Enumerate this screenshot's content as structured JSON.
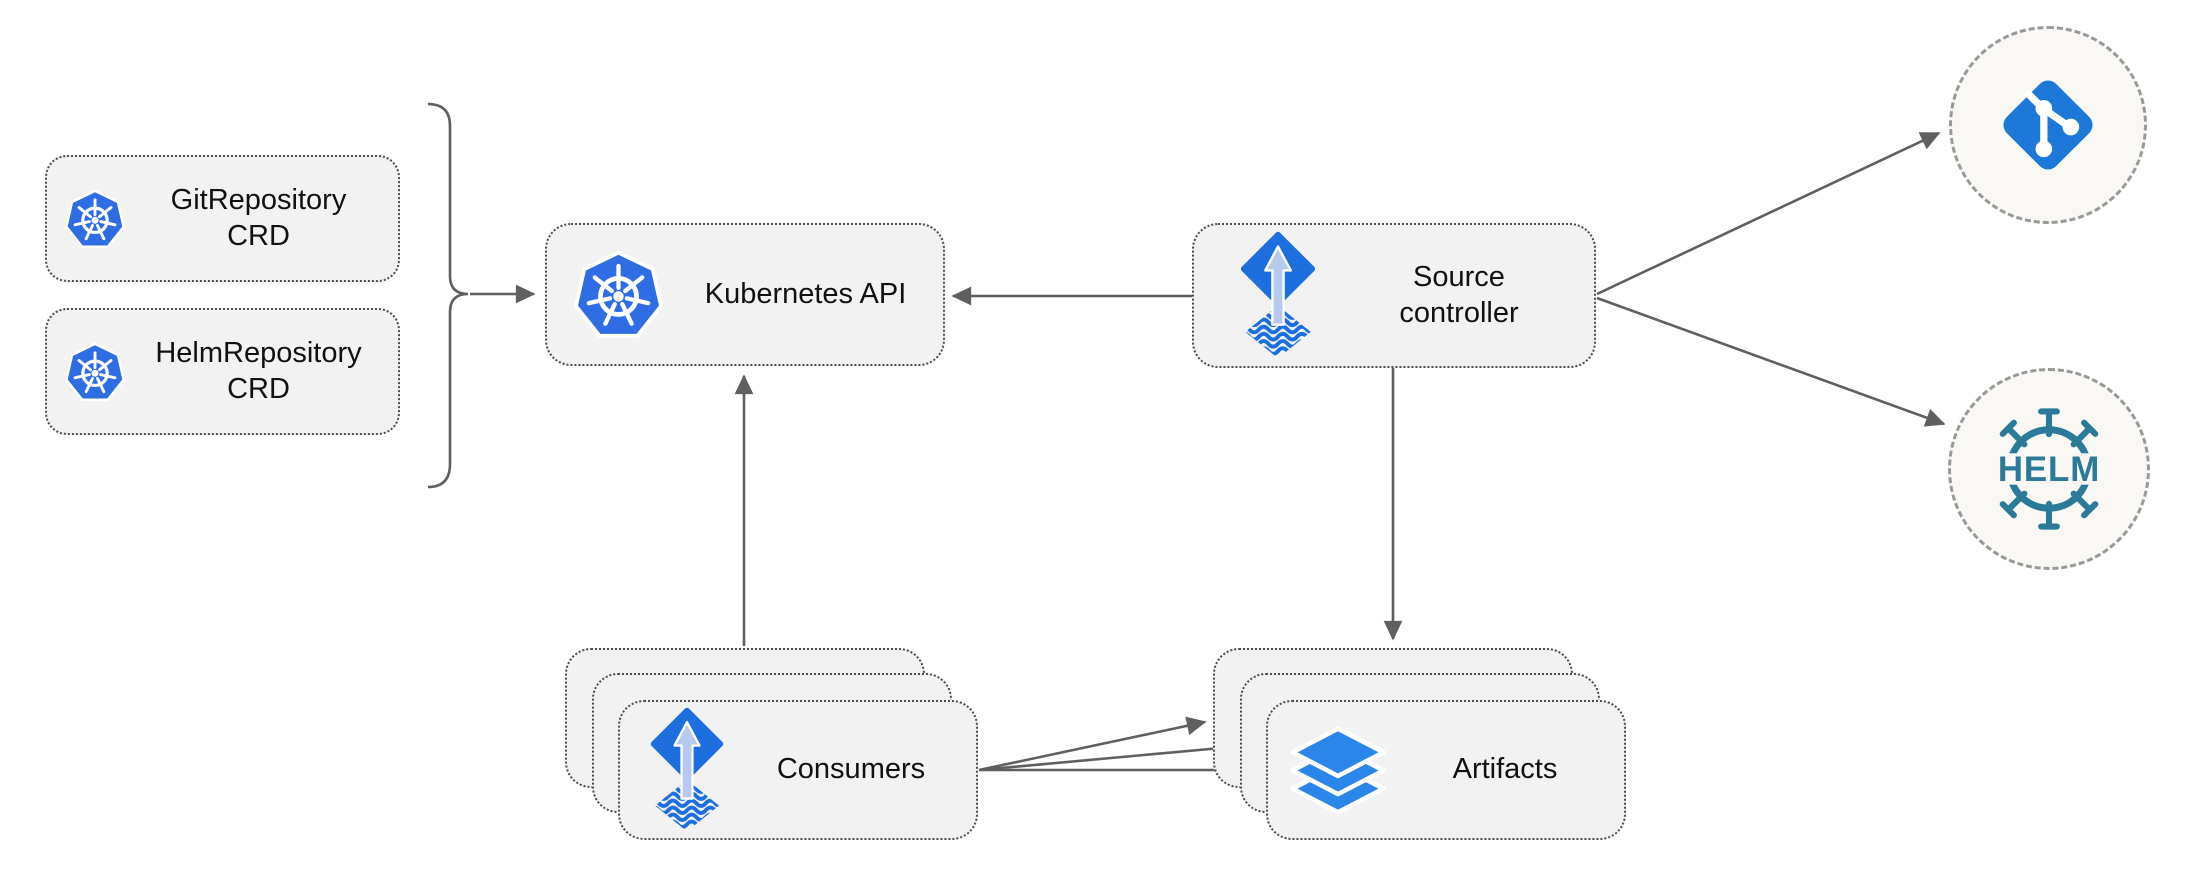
{
  "diagram": {
    "nodes": {
      "git_crd": {
        "label": "GitRepository CRD",
        "icon": "kubernetes-icon"
      },
      "helm_crd": {
        "label": "HelmRepository CRD",
        "icon": "kubernetes-icon"
      },
      "kubernetes_api": {
        "label": "Kubernetes API",
        "icon": "kubernetes-icon"
      },
      "source_controller": {
        "label": "Source controller",
        "icon": "flux-icon"
      },
      "git_source": {
        "icon": "git-icon"
      },
      "helm_source": {
        "icon": "helm-icon",
        "logo_text": "HELM"
      },
      "consumers": {
        "label": "Consumers",
        "icon": "flux-icon",
        "stack_count": 3
      },
      "artifacts": {
        "label": "Artifacts",
        "icon": "layers-icon",
        "stack_count": 3
      }
    },
    "edges": [
      {
        "from": "git_crd & helm_crd",
        "to": "kubernetes_api",
        "style": "bracket-arrow"
      },
      {
        "from": "source_controller",
        "to": "kubernetes_api"
      },
      {
        "from": "consumers",
        "to": "kubernetes_api"
      },
      {
        "from": "source_controller",
        "to": "artifacts"
      },
      {
        "from": "source_controller",
        "to": "git_source"
      },
      {
        "from": "source_controller",
        "to": "helm_source"
      },
      {
        "from": "consumers",
        "to": "artifacts",
        "arrow_count": 3
      }
    ],
    "colors": {
      "kubernetes_blue": "#2e6de4",
      "flux_blue": "#1d6ede",
      "flux_arrow_light": "#b7c9ef",
      "git_blue": "#1c79d9",
      "helm_teal": "#2b7a99",
      "layers_blue": "#2a86e8",
      "box_fill": "#f2f2f2",
      "circle_fill": "#faf8f4",
      "border_dot": "#4d4d4d",
      "border_dash": "#999999",
      "arrow_gray": "#5f5f5f",
      "text_color": "#111111"
    }
  }
}
